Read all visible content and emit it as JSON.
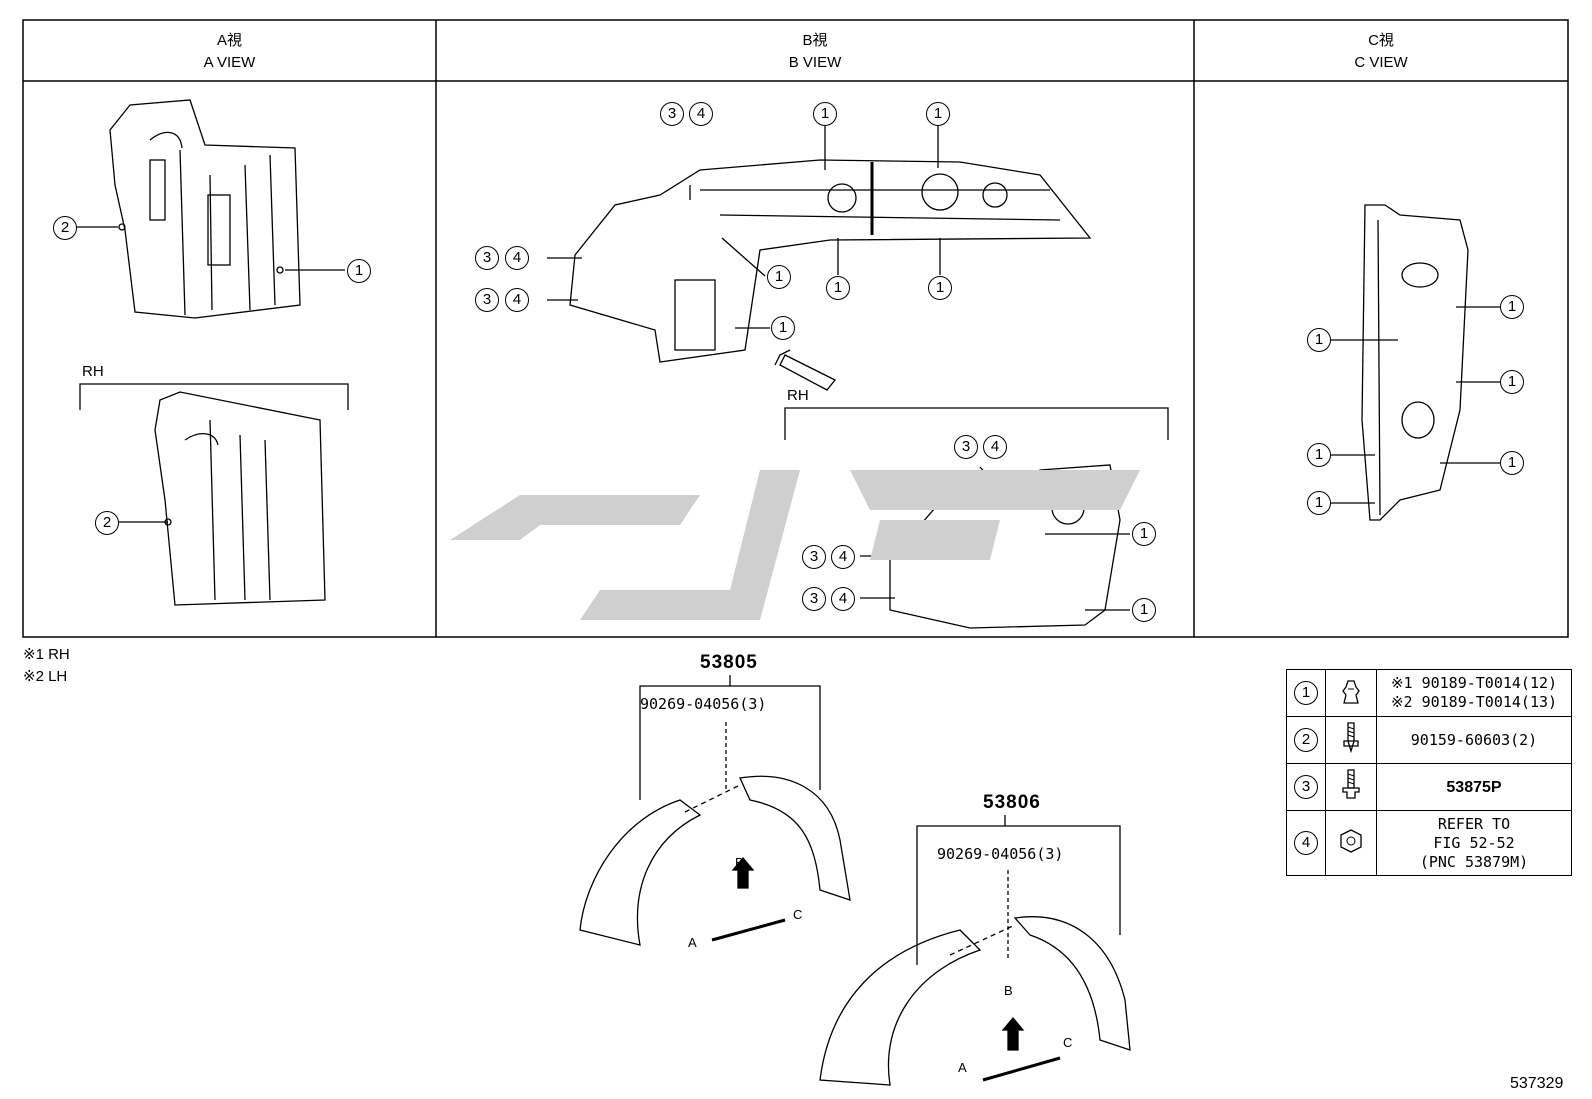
{
  "views": {
    "a": {
      "jp": "A視",
      "en": "A VIEW"
    },
    "b": {
      "jp": "B視",
      "en": "B VIEW"
    },
    "c": {
      "jp": "C視",
      "en": "C VIEW"
    }
  },
  "rh_label": "RH",
  "footnotes": [
    "※1 RH",
    "※2 LH"
  ],
  "callouts": {
    "one": "1",
    "two": "2",
    "three": "3",
    "four": "4"
  },
  "assemblies": [
    {
      "pnc": "53805",
      "part": "90269-04056(3)"
    },
    {
      "pnc": "53806",
      "part": "90269-04056(3)"
    }
  ],
  "arrows": {
    "b": "B",
    "a": "A",
    "c": "C"
  },
  "legend": [
    {
      "num": "1",
      "icon": "clip-icon",
      "lines": [
        "※1 90189-T0014(12)",
        "※2 90189-T0014(13)"
      ]
    },
    {
      "num": "2",
      "icon": "screw-icon",
      "lines": [
        "90159-60603(2)"
      ]
    },
    {
      "num": "3",
      "icon": "bolt-icon",
      "lines": [
        "53875P"
      ]
    },
    {
      "num": "4",
      "icon": "nut-icon",
      "lines": [
        "REFER TO",
        "FIG 52-52",
        "(PNC 53879M)"
      ]
    }
  ],
  "figure_number": "537329"
}
